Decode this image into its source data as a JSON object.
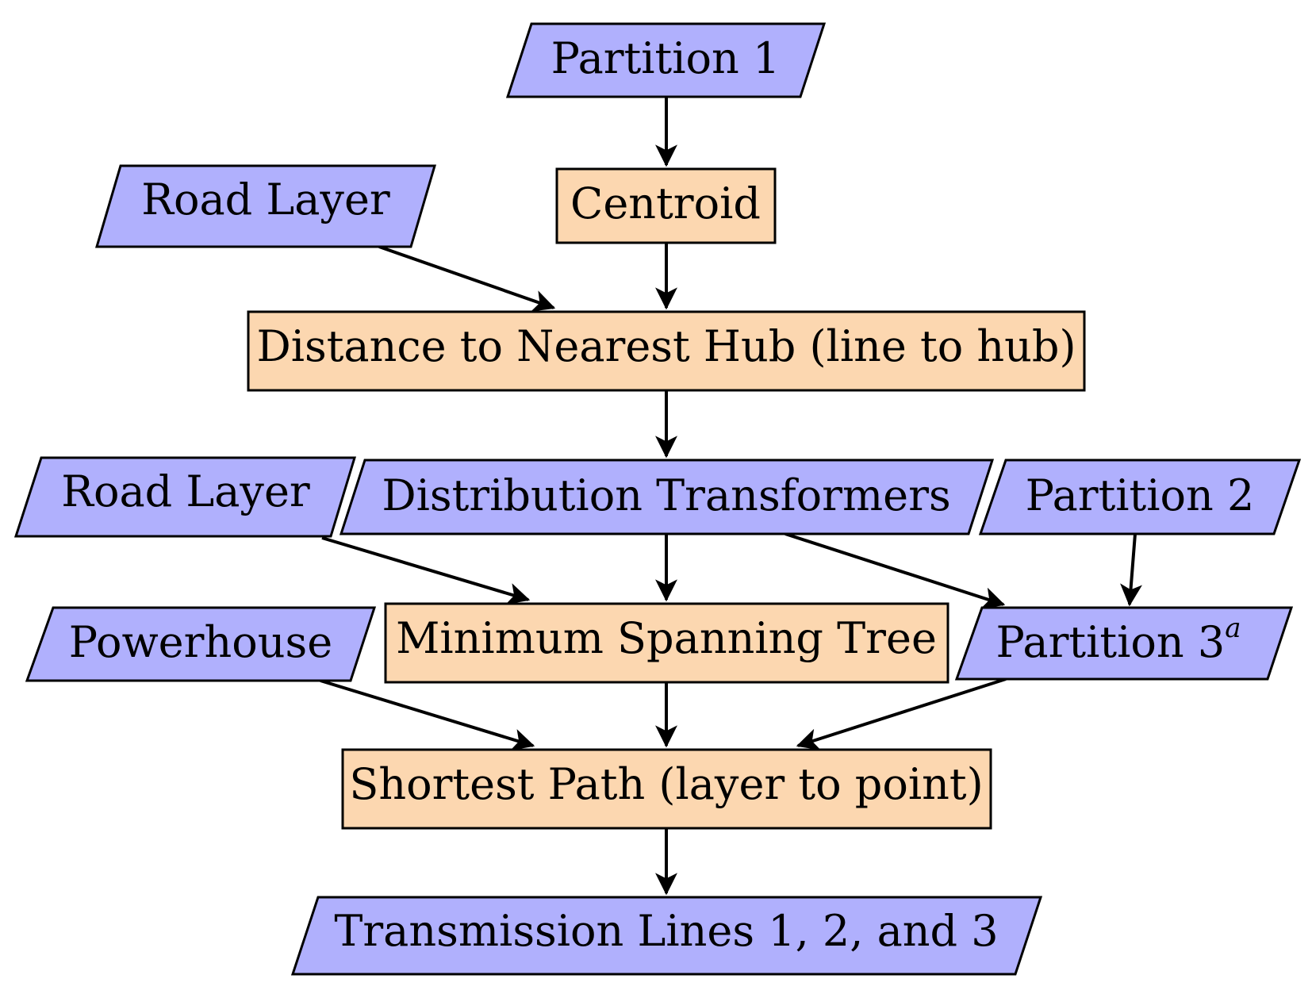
{
  "colors": {
    "data_fill": "#b0b0fd",
    "process_fill": "#fcd7b0",
    "stroke": "#000000"
  },
  "nodes": {
    "partition1": {
      "label": "Partition 1",
      "shape": "parallelogram"
    },
    "centroid": {
      "label": "Centroid",
      "shape": "rectangle"
    },
    "road_layer_top": {
      "label": "Road Layer",
      "shape": "parallelogram"
    },
    "distance_hub": {
      "label": "Distance to Nearest Hub (line to hub)",
      "shape": "rectangle"
    },
    "road_layer_mid": {
      "label": "Road Layer",
      "shape": "parallelogram"
    },
    "dist_transformers": {
      "label": "Distribution Transformers",
      "shape": "parallelogram"
    },
    "partition2": {
      "label": "Partition 2",
      "shape": "parallelogram"
    },
    "powerhouse": {
      "label": "Powerhouse",
      "shape": "parallelogram"
    },
    "mst": {
      "label": "Minimum Spanning Tree",
      "shape": "rectangle"
    },
    "partition3": {
      "label": "Partition 3",
      "superscript": "a",
      "shape": "parallelogram"
    },
    "shortest_path": {
      "label": "Shortest Path (layer to point)",
      "shape": "rectangle"
    },
    "transmission": {
      "label": "Transmission Lines 1, 2, and 3",
      "shape": "parallelogram"
    }
  },
  "edges": [
    {
      "from": "partition1",
      "to": "centroid"
    },
    {
      "from": "centroid",
      "to": "distance_hub"
    },
    {
      "from": "road_layer_top",
      "to": "distance_hub"
    },
    {
      "from": "distance_hub",
      "to": "dist_transformers"
    },
    {
      "from": "dist_transformers",
      "to": "mst"
    },
    {
      "from": "road_layer_mid",
      "to": "mst"
    },
    {
      "from": "dist_transformers",
      "to": "partition3"
    },
    {
      "from": "partition2",
      "to": "partition3"
    },
    {
      "from": "mst",
      "to": "shortest_path"
    },
    {
      "from": "powerhouse",
      "to": "shortest_path"
    },
    {
      "from": "partition3",
      "to": "shortest_path"
    },
    {
      "from": "shortest_path",
      "to": "transmission"
    }
  ]
}
